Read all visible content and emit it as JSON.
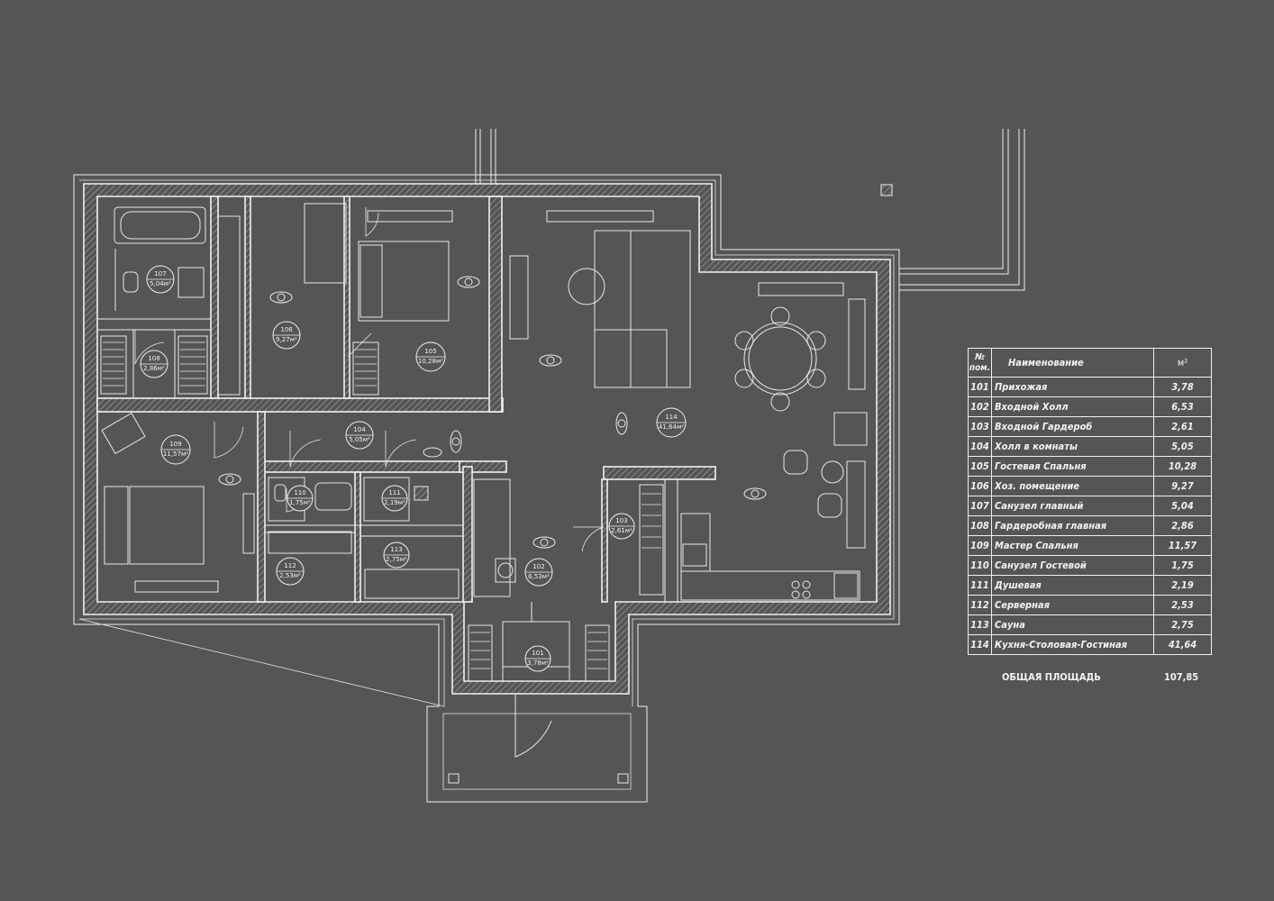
{
  "rooms": [
    {
      "num": "101",
      "name": "Прихожая",
      "area": "3,78"
    },
    {
      "num": "102",
      "name": "Входной Холл",
      "area": "6,53"
    },
    {
      "num": "103",
      "name": "Входной Гардероб",
      "area": "2,61"
    },
    {
      "num": "104",
      "name": "Холл в комнаты",
      "area": "5,05"
    },
    {
      "num": "105",
      "name": "Гостевая Спальня",
      "area": "10,28"
    },
    {
      "num": "106",
      "name": "Хоз. помещение",
      "area": "9,27"
    },
    {
      "num": "107",
      "name": "Санузел главный",
      "area": "5,04"
    },
    {
      "num": "108",
      "name": "Гардеробная главная",
      "area": "2,86"
    },
    {
      "num": "109",
      "name": "Мастер Спальня",
      "area": "11,57"
    },
    {
      "num": "110",
      "name": "Санузел Гостевой",
      "area": "1,75"
    },
    {
      "num": "111",
      "name": "Душевая",
      "area": "2,19"
    },
    {
      "num": "112",
      "name": "Серверная",
      "area": "2,53"
    },
    {
      "num": "113",
      "name": "Сауна",
      "area": "2,75"
    },
    {
      "num": "114",
      "name": "Кухня-Столовая-Гостиная",
      "area": "41,64"
    }
  ],
  "tags": {
    "r101": {
      "num": "101",
      "area": "3,78м²"
    },
    "r102": {
      "num": "102",
      "area": "6,53м²"
    },
    "r103": {
      "num": "103",
      "area": "2,61м²"
    },
    "r104": {
      "num": "104",
      "area": "5,05м²"
    },
    "r105": {
      "num": "105",
      "area": "10,28м²"
    },
    "r106": {
      "num": "106",
      "area": "9,27м²"
    },
    "r107": {
      "num": "107",
      "area": "5,04м²"
    },
    "r108": {
      "num": "108",
      "area": "2,86м²"
    },
    "r109": {
      "num": "109",
      "area": "11,57м²"
    },
    "r110": {
      "num": "110",
      "area": "1,75м²"
    },
    "r111": {
      "num": "111",
      "area": "2,19м²"
    },
    "r112": {
      "num": "112",
      "area": "2,53м²"
    },
    "r113": {
      "num": "113",
      "area": "2,75м²"
    },
    "r114": {
      "num": "114",
      "area": "41,64м²"
    }
  },
  "legend": {
    "num_header_line1": "№",
    "num_header_line2": "пом.",
    "name_header": "Наименование",
    "area_header": "м²",
    "total_label": "ОБЩАЯ ПЛОЩАДЬ",
    "total_value": "107,85"
  },
  "colors": {
    "background": "#555555",
    "lines": "#f0f0f0"
  }
}
